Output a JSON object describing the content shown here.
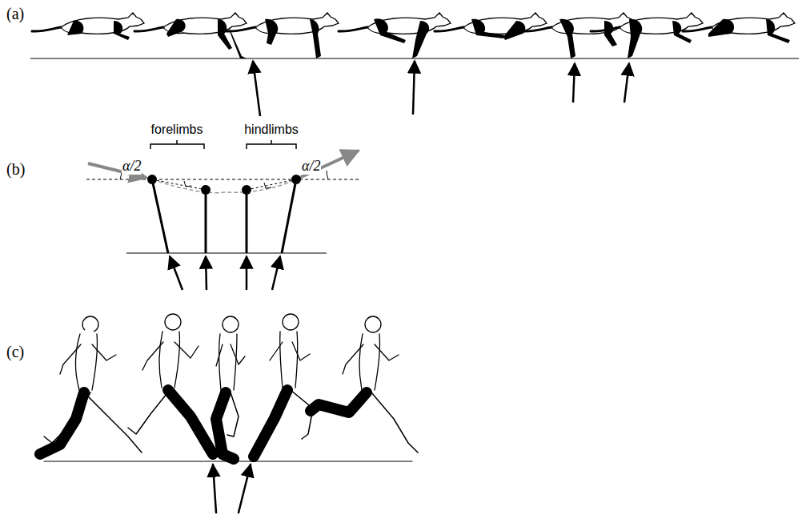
{
  "diagram": {
    "labels": [
      "(a)",
      "(b)",
      "forelimbs",
      "hindlimbs",
      "α/2",
      "α/2",
      "(c)"
    ]
  }
}
